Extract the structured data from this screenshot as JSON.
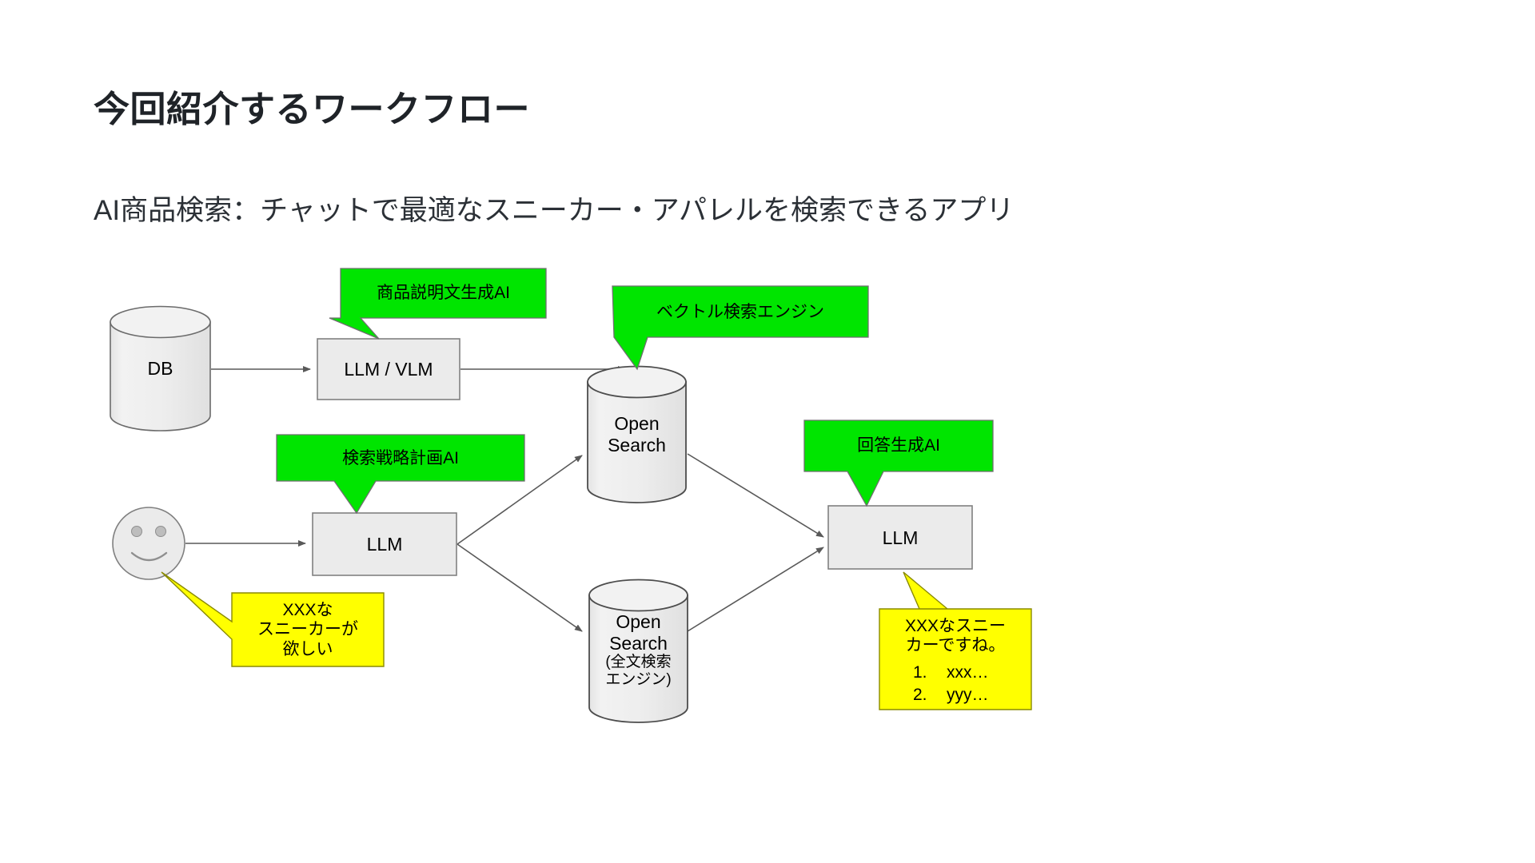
{
  "slide": {
    "title": "今回紹介するワークフロー",
    "subtitle": "AI商品検索：チャットで最適なスニーカー・アパレルを検索できるアプリ",
    "background_color": "#ffffff"
  },
  "palette": {
    "node_fill": "#ebebeb",
    "node_stroke": "#808080",
    "callout_green": "#00e500",
    "callout_yellow": "#ffff00",
    "callout_stroke_green": "#666666",
    "callout_stroke_yellow": "#808000",
    "arrow": "#595959",
    "text": "#000000"
  },
  "diagram": {
    "type": "flow",
    "nodes": [
      {
        "id": "db",
        "shape": "cylinder",
        "label": "DB"
      },
      {
        "id": "llm-vlm",
        "shape": "rect",
        "label": "LLM / VLM"
      },
      {
        "id": "opensearch-vector",
        "shape": "cylinder",
        "label": "Open\nSearch"
      },
      {
        "id": "user",
        "shape": "smiley",
        "label": ""
      },
      {
        "id": "llm-planner",
        "shape": "rect",
        "label": "LLM"
      },
      {
        "id": "opensearch-fulltext",
        "shape": "cylinder",
        "label": "Open\nSearch",
        "sublabel": "(全文検索\nエンジン)"
      },
      {
        "id": "llm-answer",
        "shape": "rect",
        "label": "LLM"
      }
    ],
    "callouts": [
      {
        "id": "callout-product-description-ai",
        "color": "green",
        "label": "商品説明文生成AI",
        "target": "llm-vlm"
      },
      {
        "id": "callout-vector-search-engine",
        "color": "green",
        "label": "ベクトル検索エンジン",
        "target": "opensearch-vector"
      },
      {
        "id": "callout-search-strategy-ai",
        "color": "green",
        "label": "検索戦略計画AI",
        "target": "llm-planner"
      },
      {
        "id": "callout-answer-generation-ai",
        "color": "green",
        "label": "回答生成AI",
        "target": "llm-answer"
      },
      {
        "id": "callout-user-query",
        "color": "yellow",
        "label": "XXXな\nスニーカーが\n欲しい",
        "target": "user"
      },
      {
        "id": "callout-assistant-answer",
        "color": "yellow",
        "label": "XXXなスニー\nカーですね。",
        "list": [
          {
            "num": "1.",
            "text": "xxx…"
          },
          {
            "num": "2.",
            "text": "yyy…"
          }
        ],
        "target": "llm-answer"
      }
    ],
    "edges": [
      {
        "from": "db",
        "to": "llm-vlm"
      },
      {
        "from": "llm-vlm",
        "to": "opensearch-vector"
      },
      {
        "from": "user",
        "to": "llm-planner"
      },
      {
        "from": "llm-planner",
        "to": "opensearch-vector"
      },
      {
        "from": "llm-planner",
        "to": "opensearch-fulltext"
      },
      {
        "from": "opensearch-vector",
        "to": "llm-answer"
      },
      {
        "from": "opensearch-fulltext",
        "to": "llm-answer"
      }
    ]
  }
}
